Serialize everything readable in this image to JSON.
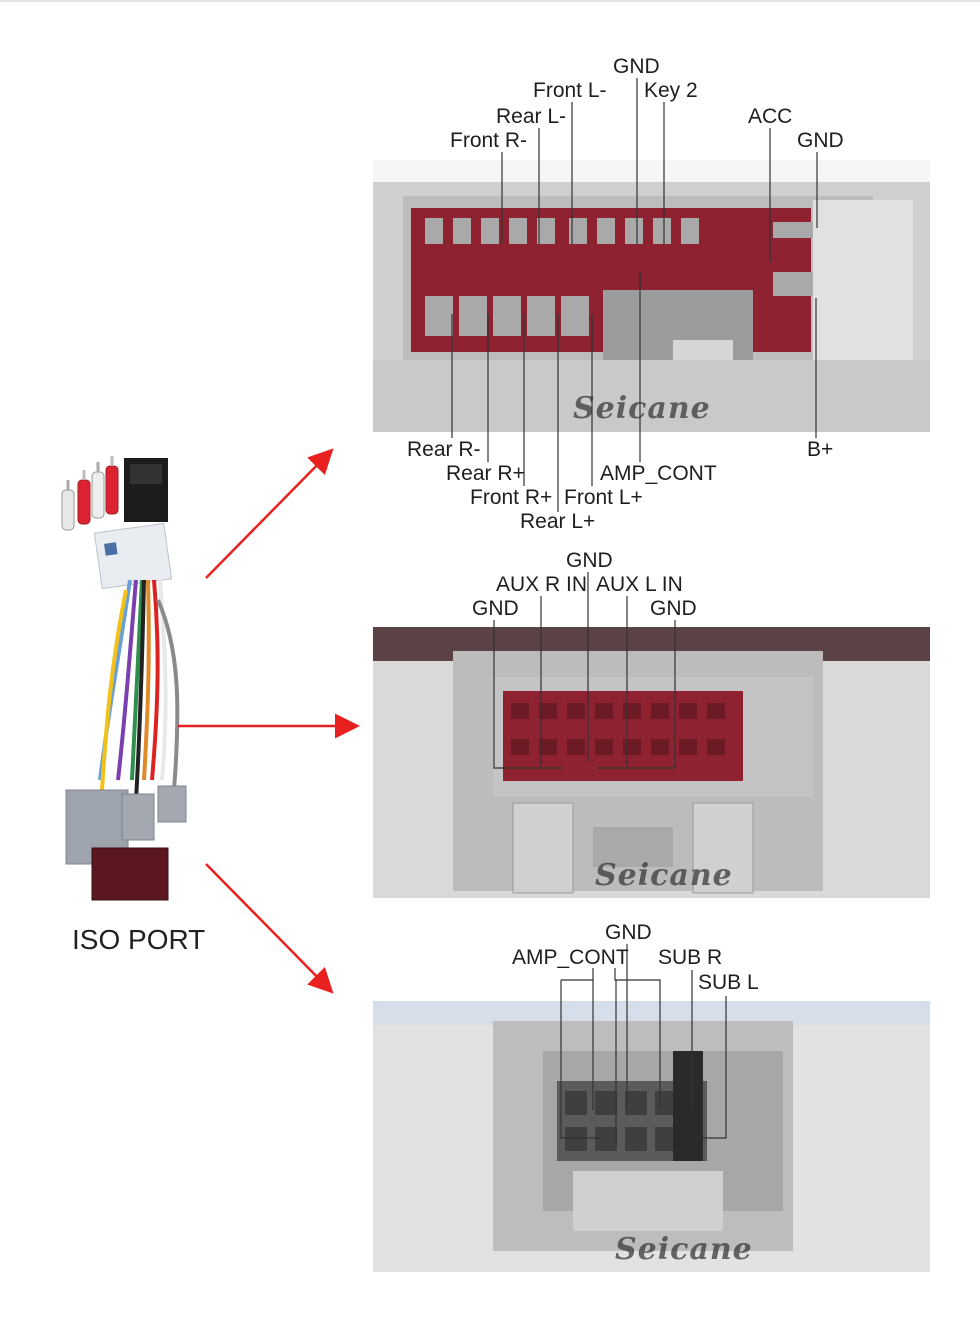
{
  "title_port": "ISO PORT",
  "watermark": "Seicane",
  "panel1": {
    "top_labels": {
      "gnd1": "GND",
      "front_l_minus": "Front L-",
      "key2": "Key 2",
      "rear_l_minus": "Rear L-",
      "front_r_minus": "Front R-",
      "acc": "ACC",
      "gnd2": "GND"
    },
    "bottom_labels": {
      "rear_r_minus": "Rear R-",
      "rear_r_plus": "Rear R+",
      "front_r_plus": "Front R+",
      "front_l_plus": "Front L+",
      "rear_l_plus": "Rear L+",
      "amp_cont": "AMP_CONT",
      "b_plus": "B+"
    }
  },
  "panel2": {
    "labels": {
      "gnd_top": "GND",
      "aux_r_in": "AUX R IN",
      "aux_l_in": "AUX L IN",
      "gnd_left": "GND",
      "gnd_right": "GND"
    }
  },
  "panel3": {
    "labels": {
      "gnd": "GND",
      "amp_cont": "AMP_CONT",
      "sub_r": "SUB R",
      "sub_l": "SUB L"
    }
  },
  "colors": {
    "arrow": "#e8201f",
    "connector_gray": "#c8c8c8",
    "connector_red": "#8e2230",
    "leader": "#333333"
  }
}
